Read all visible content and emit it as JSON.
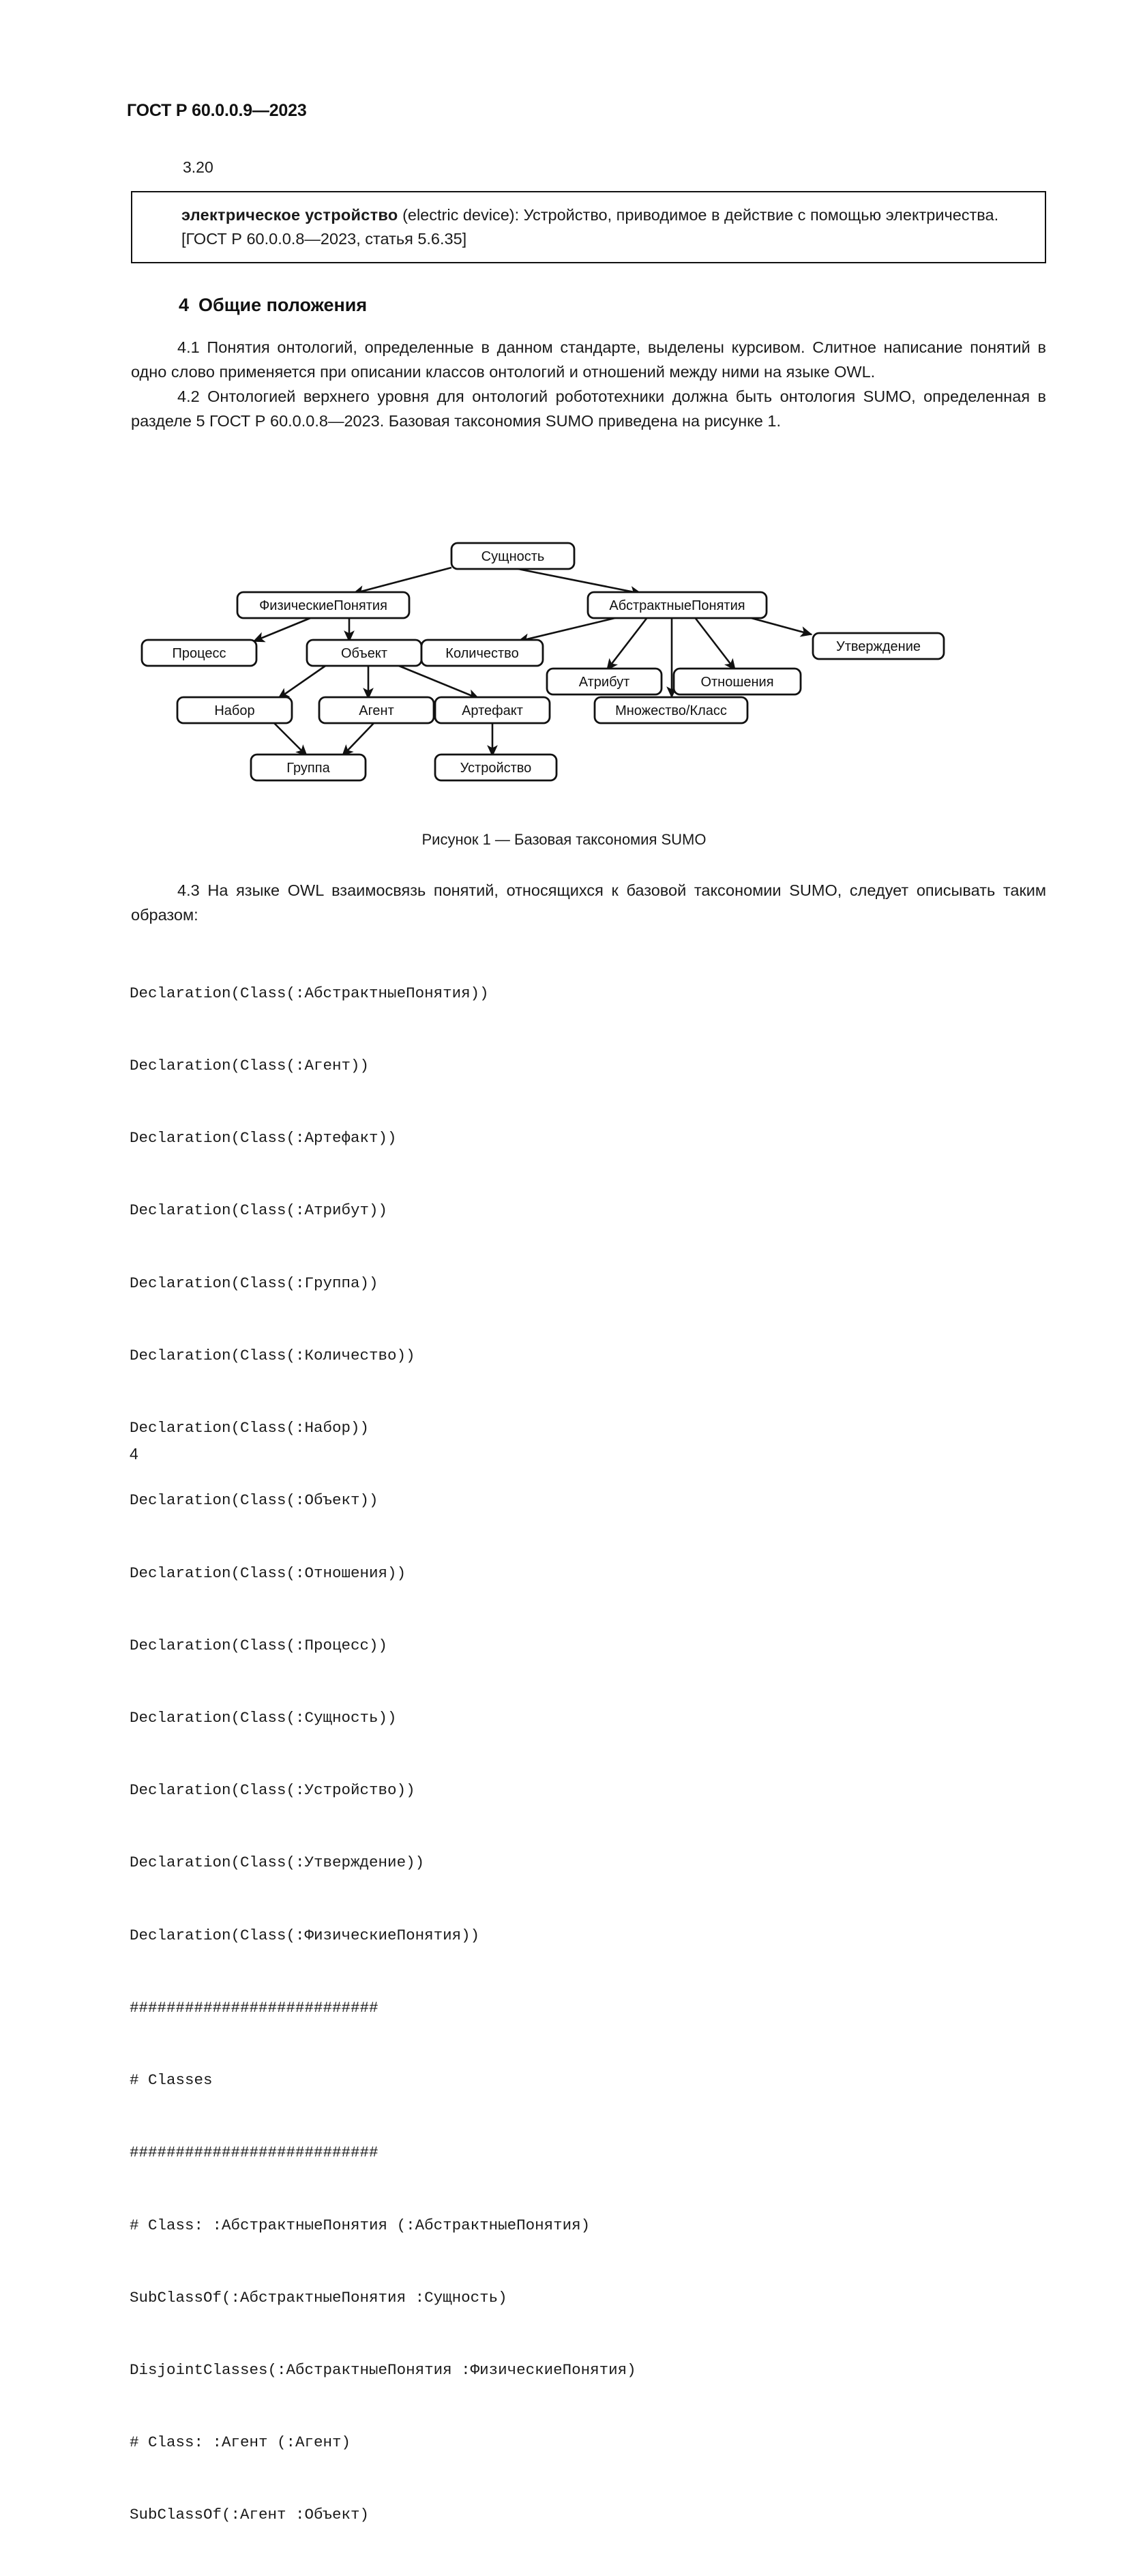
{
  "header": {
    "standard_id": "ГОСТ Р 60.0.0.9—2023"
  },
  "clause": {
    "number": "3.20"
  },
  "definition_box": {
    "term": "электрическое устройство",
    "english": "(electric device):",
    "text": " Устройство, приводимое в действие с помощью электричества.",
    "reference": "[ГОСТ Р 60.0.0.8—2023, статья 5.6.35]"
  },
  "section": {
    "number": "4",
    "title": "Общие положения"
  },
  "paragraphs": {
    "p41_num": "4.1",
    "p41_text": "Понятия онтологий, определенные в данном стандарте, выделены курсивом. Слитное написание понятий в одно слово применяется при описании классов онтологий и отношений между ними на языке OWL.",
    "p42_num": "4.2",
    "p42_text": "Онтологией верхнего уровня для онтологий робототехники должна быть онтология SUMO, определенная в разделе 5 ГОСТ Р 60.0.0.8—2023. Базовая таксономия SUMO приведена на рисунке 1.",
    "p43_num": "4.3",
    "p43_text": "На языке OWL взаимосвязь понятий, относящихся к базовой таксономии SUMO, следует описывать таким образом:"
  },
  "figure": {
    "caption": "Рисунок 1 — Базовая таксономия SUMO",
    "nodes": {
      "suschnost": "Сущность",
      "fizicheskie": "ФизическиеПонятия",
      "abstraktnye": "АбстрактныеПонятия",
      "process": "Процесс",
      "obiekt": "Объект",
      "kolichestvo": "Количество",
      "atribut": "Атрибут",
      "otnosheniya": "Отношения",
      "utverzhdenie": "Утверждение",
      "mnozhestvo": "Множество/Класс",
      "nabor": "Набор",
      "agent": "Агент",
      "artefakt": "Артефакт",
      "gruppa": "Группа",
      "ustroystvo": "Устройство"
    }
  },
  "code": {
    "lines": [
      "Declaration(Class(:АбстрактныеПонятия))",
      "Declaration(Class(:Агент))",
      "Declaration(Class(:Артефакт))",
      "Declaration(Class(:Атрибут))",
      "Declaration(Class(:Группа))",
      "Declaration(Class(:Количество))",
      "Declaration(Class(:Набор))",
      "Declaration(Class(:Объект))",
      "Declaration(Class(:Отношения))",
      "Declaration(Class(:Процесс))",
      "Declaration(Class(:Сущность))",
      "Declaration(Class(:Устройство))",
      "Declaration(Class(:Утверждение))",
      "Declaration(Class(:ФизическиеПонятия))",
      "###########################",
      "# Classes",
      "###########################",
      "# Class: :АбстрактныеПонятия (:АбстрактныеПонятия)",
      "SubClassOf(:АбстрактныеПонятия :Сущность)",
      "DisjointClasses(:АбстрактныеПонятия :ФизическиеПонятия)",
      "# Class: :Агент (:Агент)",
      "SubClassOf(:Агент :Объект)"
    ]
  },
  "footer": {
    "page_number": "4"
  }
}
